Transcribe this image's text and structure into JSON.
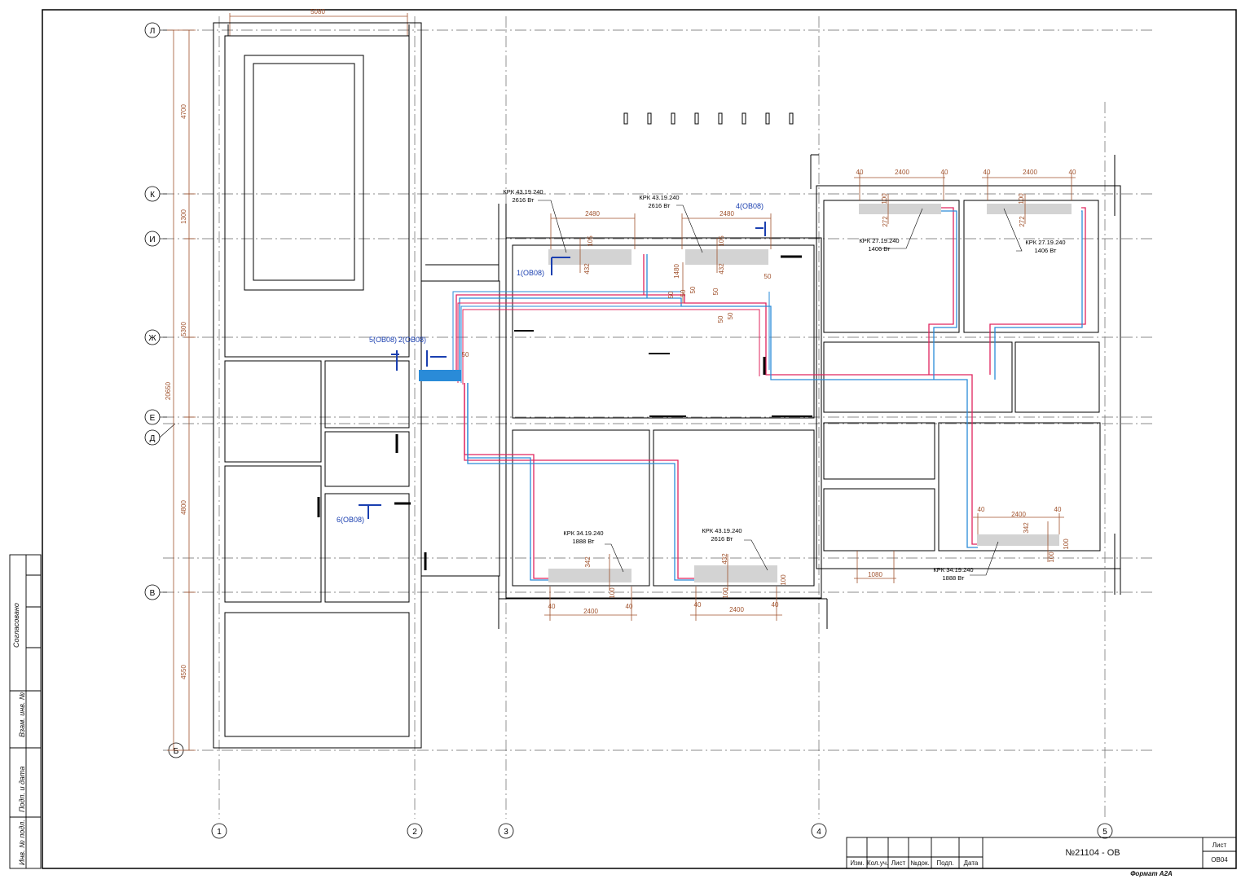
{
  "grid_axes": {
    "rows": [
      "Л",
      "К",
      "И",
      "Ж",
      "Е",
      "Д",
      "В",
      "Б"
    ],
    "columns": [
      "1",
      "2",
      "3",
      "4",
      "5"
    ]
  },
  "dimensions": {
    "top_width": "5080",
    "left_total": "20650",
    "left_segments": [
      "4700",
      "1300",
      "5300",
      "4800",
      "4550"
    ],
    "radiator_spans": [
      "2480",
      "2480"
    ],
    "inner": [
      "105",
      "432",
      "105",
      "432",
      "1480",
      "50",
      "50",
      "50",
      "50",
      "50",
      "50",
      "50",
      "50"
    ],
    "right_block_1": [
      "40",
      "2400",
      "40",
      "100",
      "272"
    ],
    "right_block_2": [
      "40",
      "2400",
      "40",
      "100",
      "272"
    ],
    "bottom_block_1": [
      "40",
      "2400",
      "40",
      "342",
      "100"
    ],
    "bottom_block_2": [
      "40",
      "2400",
      "40",
      "432",
      "100",
      "100"
    ],
    "bottom_block_3": [
      "40",
      "2400",
      "40",
      "342",
      "100",
      "100"
    ],
    "bottom_misc": "1080"
  },
  "radiators": [
    {
      "model": "КРК 43.19.240",
      "power": "2616 Вт"
    },
    {
      "model": "КРК 43.19.240",
      "power": "2616 Вт"
    },
    {
      "model": "КРК 27.19.240",
      "power": "1406 Вт"
    },
    {
      "model": "КРК 27.19.240",
      "power": "1406 Вт"
    },
    {
      "model": "КРК 34.19.240",
      "power": "1888 Вт"
    },
    {
      "model": "КРК 43.19.240",
      "power": "2616 Вт"
    },
    {
      "model": "КРК 34.19.240",
      "power": "1888 Вт"
    }
  ],
  "section_markers": [
    "1(ОВ08)",
    "4(ОВ08)",
    "5(ОВ08)",
    "2(ОВ08)",
    "6(ОВ08)"
  ],
  "side_stamp": {
    "agreed": "Согласовано",
    "inv_zam": "Взам. инв. №",
    "sign_date": "Подп. и дата",
    "inv_podl": "Инв. № подл."
  },
  "title_block": {
    "columns": [
      "Изм.",
      "Кол.уч.",
      "Лист",
      "№док.",
      "Подп.",
      "Дата"
    ],
    "doc_number": "№21104 - ОВ",
    "sheet_label": "Лист",
    "sheet_value": "ОВ04",
    "format": "Формат А2А"
  },
  "colors": {
    "frame": "#000000",
    "dimension": "#a0522d",
    "grid_axis": "#555555",
    "supply_pipe": "#e0245e",
    "return_pipe": "#2a8bd8",
    "marker": "#1a3fb0",
    "radiator_fill": "#d3d3d3"
  }
}
